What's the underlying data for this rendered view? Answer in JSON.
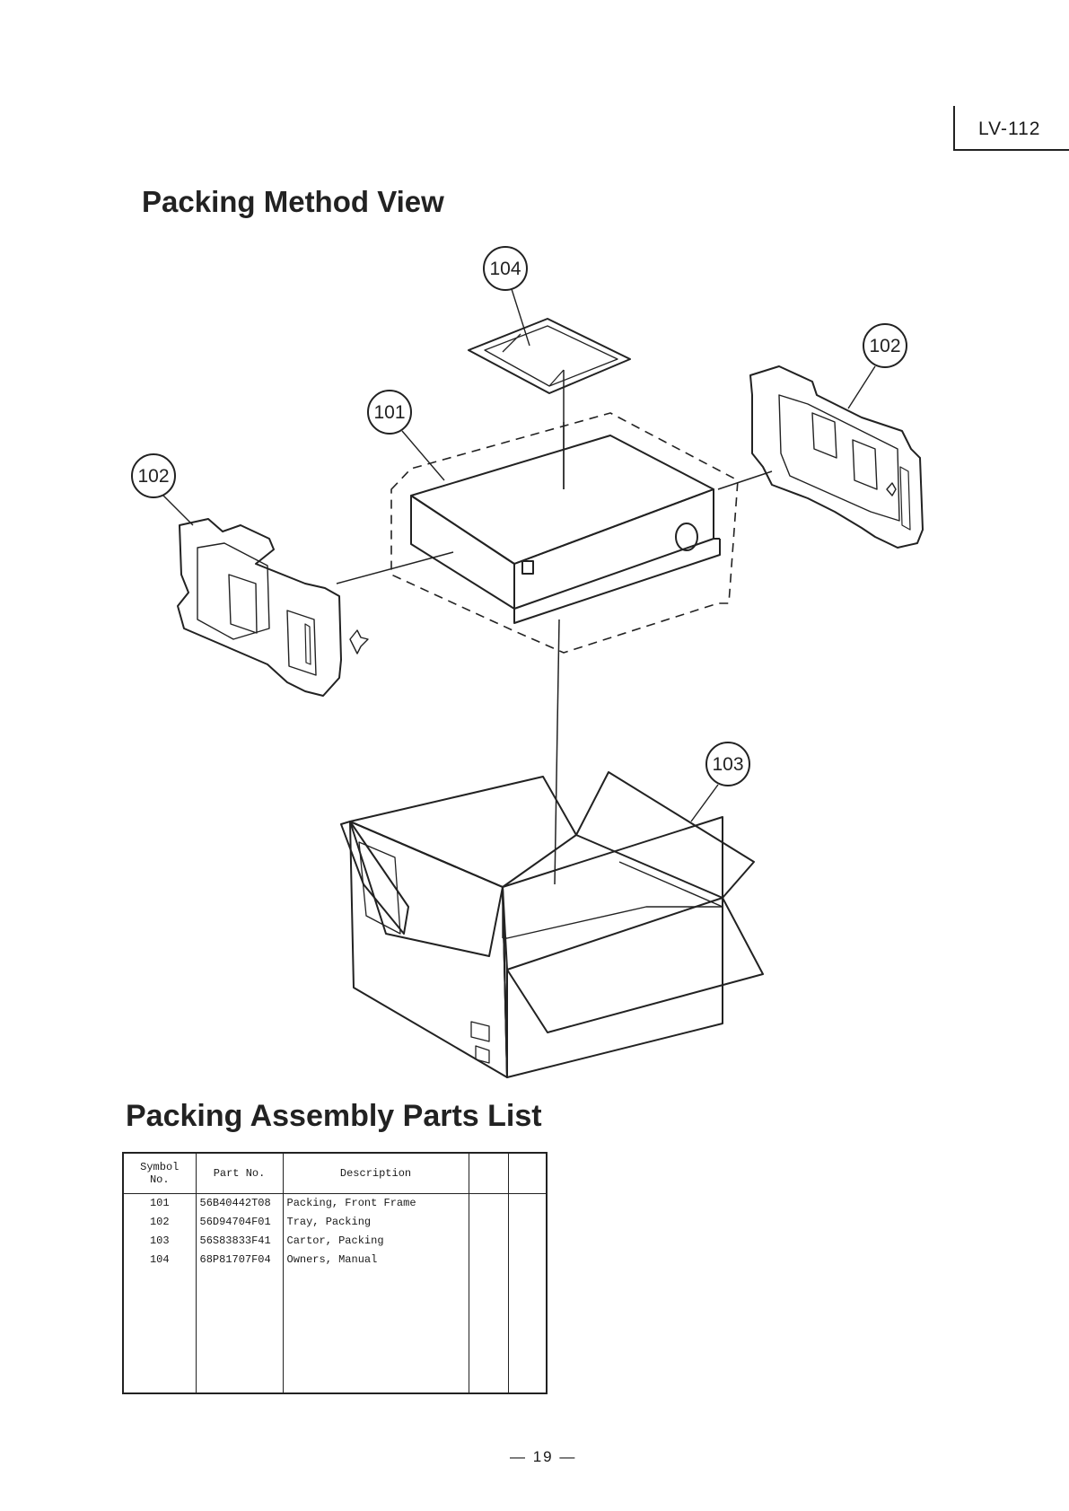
{
  "header": {
    "model_code": "LV-112"
  },
  "sections": {
    "view_title": "Packing Method View",
    "list_title": "Packing Assembly Parts List"
  },
  "callouts": {
    "c101": "101",
    "c102": "102",
    "c103": "103",
    "c104": "104"
  },
  "parts_table": {
    "columns": [
      "Symbol No.",
      "Part No.",
      "Description",
      "",
      ""
    ],
    "rows": [
      {
        "symbol": "101",
        "part_no": "56B40442T08",
        "description": "Packing, Front Frame"
      },
      {
        "symbol": "102",
        "part_no": "56D94704F01",
        "description": "Tray, Packing"
      },
      {
        "symbol": "103",
        "part_no": "56S83833F41",
        "description": "Cartor, Packing"
      },
      {
        "symbol": "104",
        "part_no": "68P81707F04",
        "description": "Owners, Manual"
      }
    ]
  },
  "footer": {
    "page": "— 19 —"
  }
}
